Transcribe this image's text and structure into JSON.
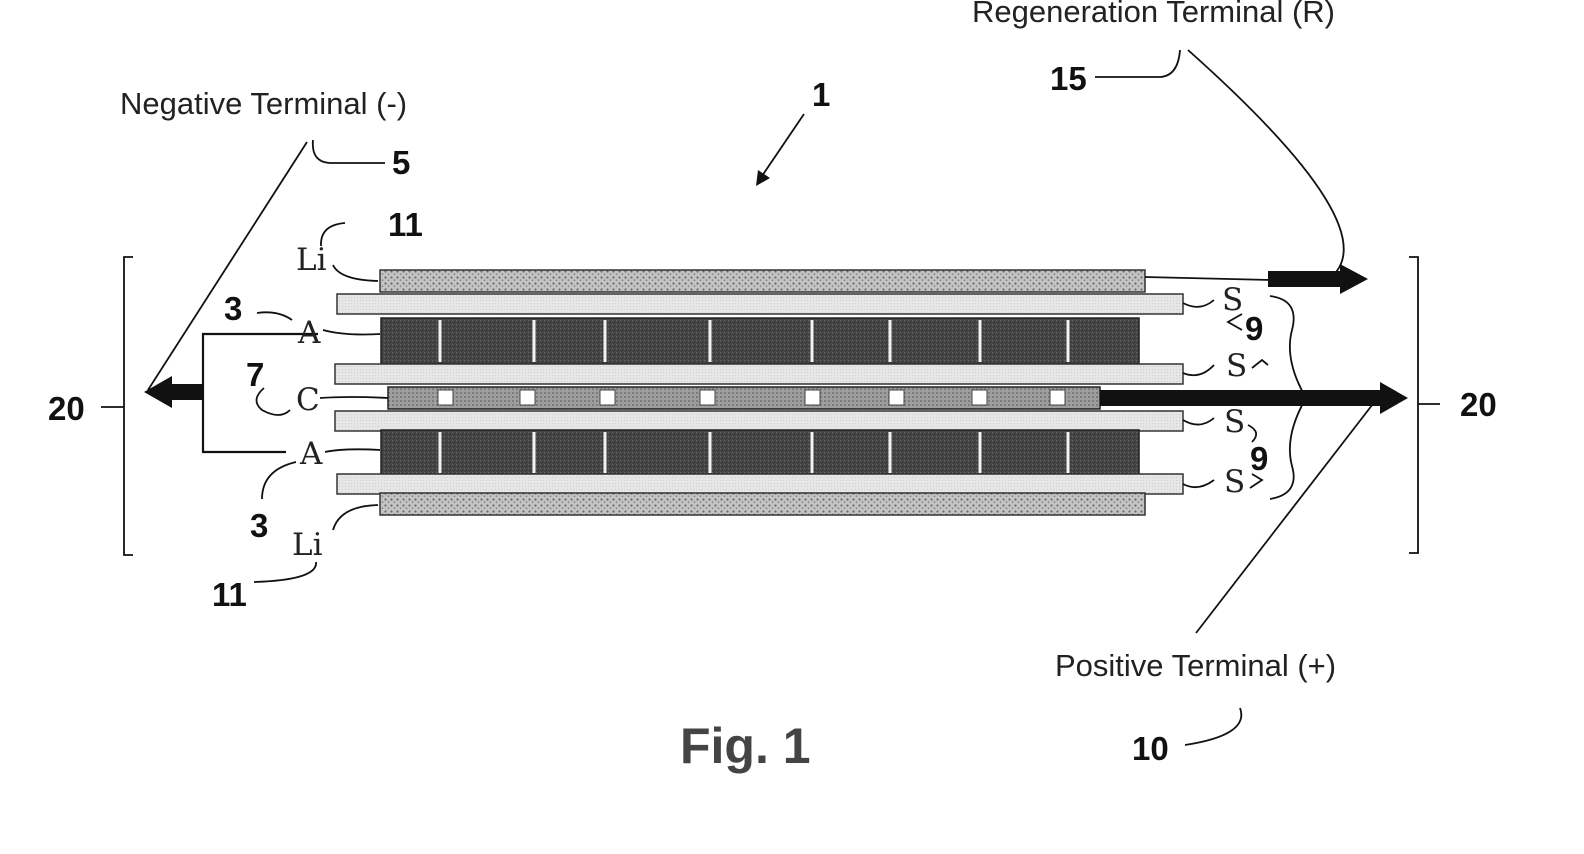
{
  "title_figure": "Fig. 1",
  "terminals": {
    "regeneration": "Regeneration Terminal (R)",
    "negative": "Negative Terminal (-)",
    "positive": "Positive Terminal (+)"
  },
  "reference_numerals": {
    "device": "1",
    "anode_top": "3",
    "anode_bottom": "3",
    "negative_terminal": "5",
    "cathode": "7",
    "separator_top": "9",
    "separator_bottom": "9",
    "positive_terminal": "10",
    "lithium_top": "11",
    "lithium_bottom": "11",
    "regeneration_terminal": "15",
    "bracket_left": "20",
    "bracket_right": "20"
  },
  "layer_letters": {
    "lithium_top": "Li",
    "anode_top": "A",
    "cathode": "C",
    "anode_bottom": "A",
    "lithium_bottom": "Li",
    "separator_1": "S",
    "separator_2": "S",
    "separator_3": "S",
    "separator_4": "S"
  },
  "colors": {
    "lithium_layer": "#b9b9b9",
    "separator_layer": "#e4e4e4",
    "anode_layer": "#3e3e3e",
    "cathode_layer": "#9a9a9a",
    "arrows": "#111111"
  }
}
